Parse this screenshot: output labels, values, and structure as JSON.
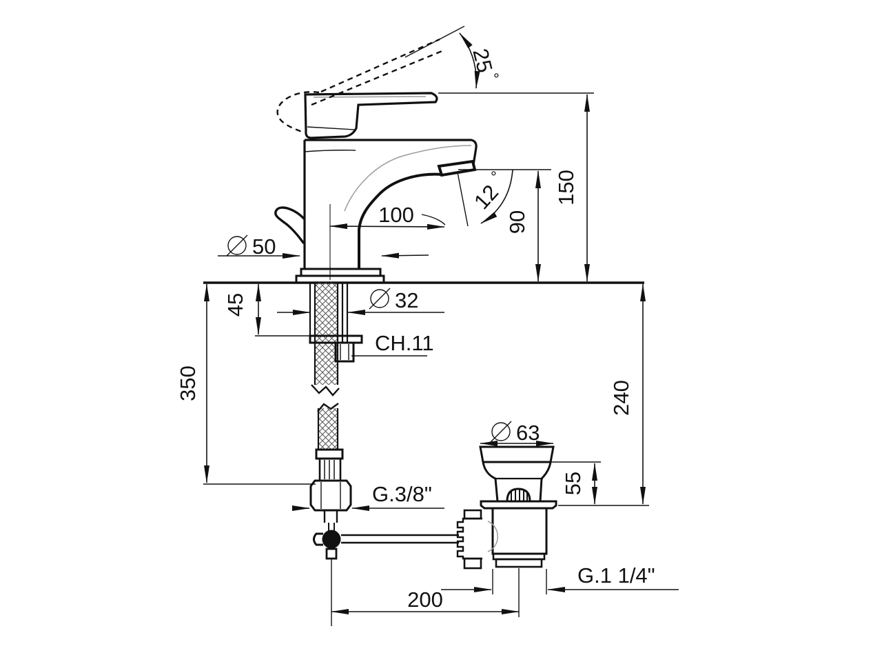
{
  "drawing": {
    "subject": "single-lever-basin-mixer-with-pop-up-waste-dimensional-drawing",
    "units": "mm",
    "colors": {
      "line": "#111111",
      "background": "#ffffff",
      "cosmetic": "#9a9a9a"
    },
    "symbols": {
      "degree": "°",
      "diameter": "Ø"
    },
    "dimensions": {
      "handle_angle_value": "25",
      "spout_angle_value": "12",
      "height_total": "150",
      "spout_height": "90",
      "spout_reach": "100",
      "base_diameter_value": "50",
      "shank_diameter_value": "32",
      "shank_length": "45",
      "wrench_size": "CH.11",
      "hose_length": "350",
      "depth_below_deck": "240",
      "waste_top_diameter_value": "63",
      "waste_top_height": "55",
      "supply_thread": "G.3/8\"",
      "waste_thread": "G.1 1/4\"",
      "drain_offset": "200"
    }
  }
}
